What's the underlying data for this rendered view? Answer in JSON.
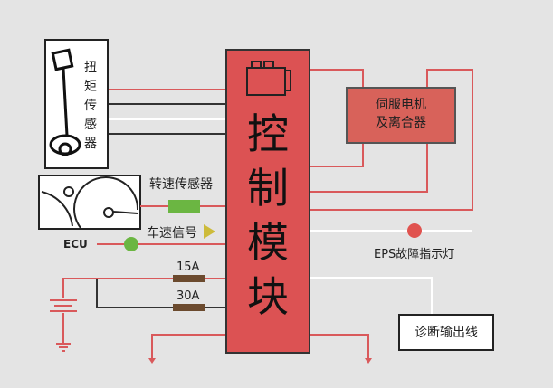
{
  "module": {
    "chars": [
      "控",
      "制",
      "模",
      "块"
    ]
  },
  "torque_sensor": {
    "chars": [
      "扭",
      "矩",
      "传",
      "感",
      "器"
    ]
  },
  "servo": {
    "line1": "伺服电机",
    "line2": "及离合器"
  },
  "speed_sensor_label": "转速传感器",
  "vehicle_speed_label": "车速信号",
  "ecu_label": "ECU",
  "fuse_15": "15A",
  "fuse_30": "30A",
  "eps_label": "EPS故障指示灯",
  "diag_label": "诊断输出线",
  "colors": {
    "module": "#dc5253",
    "wire_red": "#d9595b",
    "green": "#6bb642",
    "yellow": "#cdbb3a",
    "fuse": "#6b4a2e",
    "servo": "#d8625a"
  }
}
